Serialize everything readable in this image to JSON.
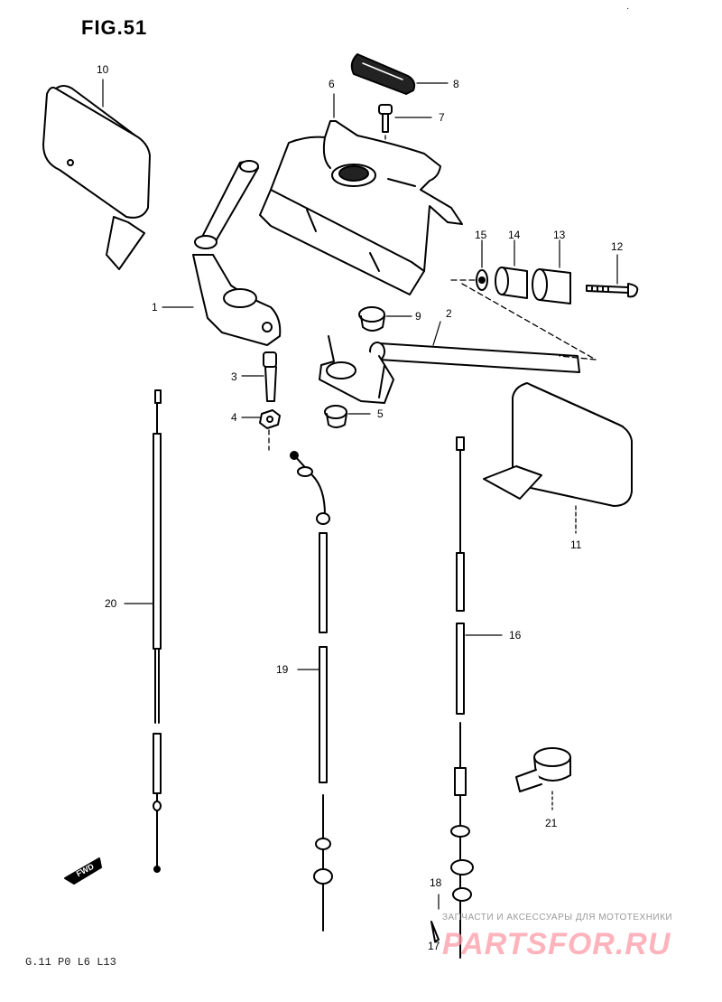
{
  "figure": {
    "title": "FIG.51"
  },
  "callouts": [
    {
      "id": "10",
      "text": "10"
    },
    {
      "id": "8",
      "text": "8"
    },
    {
      "id": "6",
      "text": "6"
    },
    {
      "id": "7",
      "text": "7"
    },
    {
      "id": "15",
      "text": "15"
    },
    {
      "id": "14",
      "text": "14"
    },
    {
      "id": "13",
      "text": "13"
    },
    {
      "id": "12",
      "text": "12"
    },
    {
      "id": "1",
      "text": "1"
    },
    {
      "id": "9",
      "text": "9"
    },
    {
      "id": "2",
      "text": "2"
    },
    {
      "id": "3",
      "text": "3"
    },
    {
      "id": "4",
      "text": "4"
    },
    {
      "id": "5",
      "text": "5"
    },
    {
      "id": "11",
      "text": "11"
    },
    {
      "id": "20",
      "text": "20"
    },
    {
      "id": "19",
      "text": "19"
    },
    {
      "id": "16",
      "text": "16"
    },
    {
      "id": "21",
      "text": "21"
    },
    {
      "id": "18",
      "text": "18"
    },
    {
      "id": "17",
      "text": "17"
    }
  ],
  "direction_marker": {
    "label": "FWD"
  },
  "drawing_code": "G.11 P0 L6 L13",
  "watermark": {
    "tagline": "ЗАПЧАСТИ И АКСЕССУАРЫ ДЛЯ МОТОТЕХНИКИ",
    "brand": "PARTSFOR.RU"
  },
  "colors": {
    "ink": "#000000",
    "paper": "#ffffff",
    "watermark": "#ff9aa6"
  }
}
